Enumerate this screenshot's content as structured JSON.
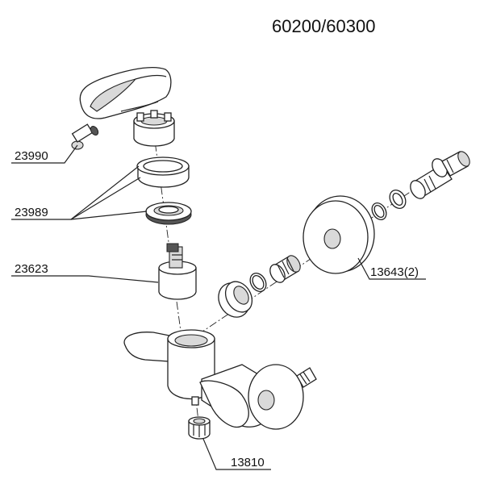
{
  "title": "60200/60300",
  "labels": {
    "screw": "23990",
    "ring": "23989",
    "cartridge": "23623",
    "flange": "13643(2)",
    "aerator": "13810"
  }
}
